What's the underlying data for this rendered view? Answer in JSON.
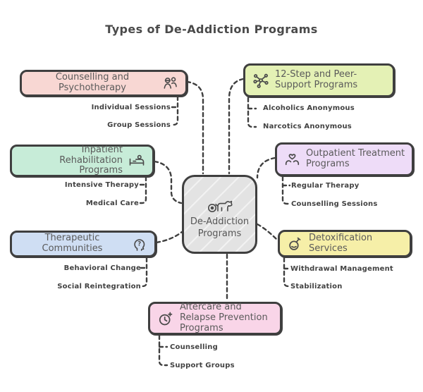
{
  "title": "Types of De-Addiction Programs",
  "colors": {
    "outline": "#3f3f3f",
    "node_label_text": "#5a5a5a",
    "subitem_text": "#424242",
    "center_fill": "#e3e3e3"
  },
  "center": {
    "label": "De-Addiction Programs",
    "icon": "dog-icon"
  },
  "icons": {
    "question_mark": "?"
  },
  "nodes": [
    {
      "id": "counselling-psychotherapy",
      "label": "Counselling and Psychotherapy",
      "fill": "#f8d7d3",
      "icon": "people-icon",
      "children": [
        "Individual Sessions",
        "Group Sessions"
      ]
    },
    {
      "id": "twelve-step-peer-support",
      "label": "12-Step and Peer-Support Programs",
      "fill": "#e4f1b5",
      "icon": "network-icon",
      "children": [
        "Alcoholics Anonymous",
        "Narcotics Anonymous"
      ]
    },
    {
      "id": "inpatient-rehabilitation",
      "label": "Inpatient Rehabilitation Programs",
      "fill": "#c7ecd8",
      "icon": "patient-bed-icon",
      "children": [
        "Intensive Therapy",
        "Medical Care"
      ]
    },
    {
      "id": "outpatient-treatment",
      "label": "Outpatient Treatment Programs",
      "fill": "#eedcf8",
      "icon": "hands-heart-icon",
      "children": [
        "Regular Therapy",
        "Counselling Sessions"
      ]
    },
    {
      "id": "therapeutic-communities",
      "label": "Therapeutic Communities",
      "fill": "#cfdef3",
      "icon": "head-question-icon",
      "children": [
        "Behavioral Change",
        "Social Reintegration"
      ]
    },
    {
      "id": "detoxification-services",
      "label": "Detoxification Services",
      "fill": "#f6efa8",
      "icon": "flask-icon",
      "children": [
        "Withdrawal Management",
        "Stabilization"
      ]
    },
    {
      "id": "aftercare-relapse-prevention",
      "label": "Aftercare and Relapse Prevention Programs",
      "fill": "#f9d5e8",
      "icon": "clock-plus-icon",
      "children": [
        "Counselling",
        "Support Groups"
      ]
    }
  ]
}
